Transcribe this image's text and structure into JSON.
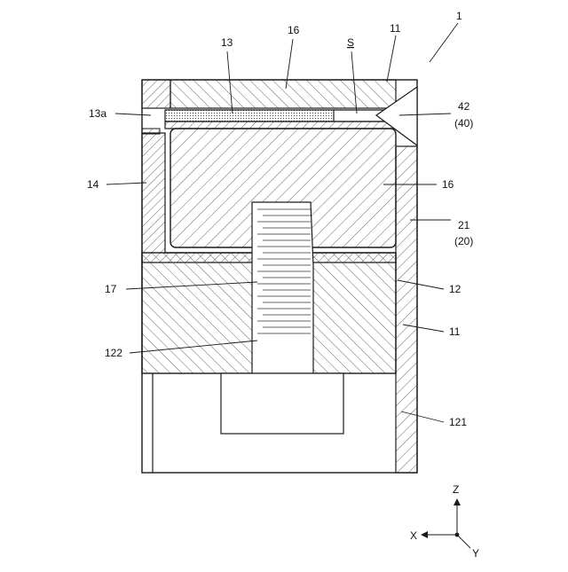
{
  "figure": {
    "ref_1": "1",
    "ref_11_top": "11",
    "ref_16_top": "16",
    "ref_13": "13",
    "ref_S": "S",
    "ref_13a": "13a",
    "ref_42": "42",
    "ref_40": "(40)",
    "ref_14": "14",
    "ref_16_mid": "16",
    "ref_21": "21",
    "ref_20": "(20)",
    "ref_17": "17",
    "ref_12": "12",
    "ref_11_right": "11",
    "ref_122": "122",
    "ref_121": "121"
  },
  "axes": {
    "z": "Z",
    "x": "X",
    "y": "Y"
  },
  "colors": {
    "line": "#1a1a1a",
    "hatch": "#555555",
    "fill": "#ffffff"
  }
}
